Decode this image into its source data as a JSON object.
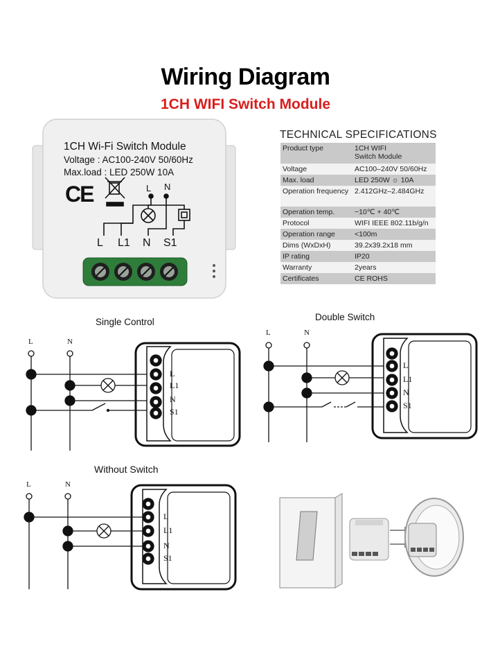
{
  "header": {
    "title": "Wiring Diagram",
    "subtitle": "1CH WIFI Switch Module"
  },
  "module": {
    "name": "1CH Wi-Fi Switch Module",
    "voltage": "Voltage : AC100-240V 50/60Hz",
    "maxload": "Max.load : LED 250W  10A",
    "ce_mark": "CE",
    "terminal_L_top": "L",
    "terminal_N_top": "N",
    "terminals": [
      "L",
      "L1",
      "N",
      "S1"
    ]
  },
  "specs": {
    "heading": "TECHNICAL SPECIFICATIONS",
    "rows": [
      {
        "key": "Product type",
        "value": "1CH WIFI\nSwitch Module"
      },
      {
        "key": "Voltage",
        "value": "AC100–240V 50/60Hz"
      },
      {
        "key": "Max. load",
        "value": "LED 250W",
        "extra": "10A"
      },
      {
        "key": "Operation frequency",
        "value": "2.412GHz–2.484GHz"
      },
      {
        "key": "Operation temp.",
        "value": "−10℃ + 40℃"
      },
      {
        "key": "Protocol",
        "value": "WIFI  IEEE 802.11b/g/n"
      },
      {
        "key": "Operation range",
        "value": "<100m"
      },
      {
        "key": "Dims (WxDxH)",
        "value": "39.2x39.2x18 mm"
      },
      {
        "key": "IP rating",
        "value": "IP20"
      },
      {
        "key": "Warranty",
        "value": "2years"
      },
      {
        "key": "Certificates",
        "value": "CE ROHS"
      }
    ]
  },
  "diagrams": {
    "single": {
      "label": "Single Control",
      "L": "L",
      "N": "N",
      "terminals": [
        "L",
        "L1",
        "N",
        "S1"
      ]
    },
    "double": {
      "label": "Double Switch",
      "L": "L",
      "N": "N",
      "terminals": [
        "L",
        "L1",
        "N",
        "S1"
      ]
    },
    "without": {
      "label": "Without Switch",
      "L": "L",
      "N": "N",
      "terminals": [
        "L",
        "L1",
        "N",
        "S1"
      ]
    }
  }
}
